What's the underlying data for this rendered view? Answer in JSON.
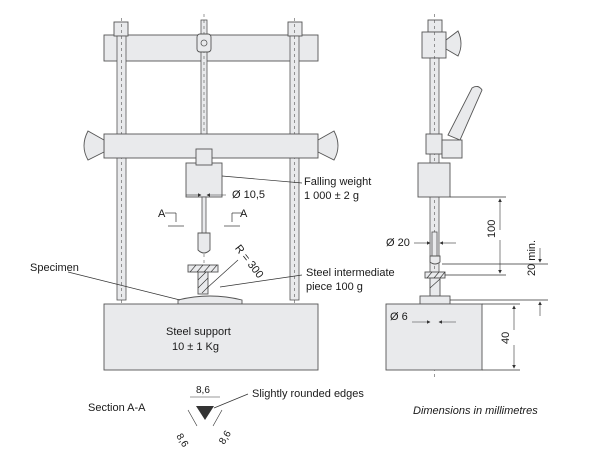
{
  "labels": {
    "falling_weight_line1": "Falling weight",
    "falling_weight_line2": "1 000 ± 2 g",
    "diameter_10_5": "Ø 10,5",
    "section_marker_a_left": "A",
    "section_marker_a_right": "A",
    "radius_300": "R = 300",
    "specimen": "Specimen",
    "intermediate_piece_line1": "Steel intermediate",
    "intermediate_piece_line2": "piece 100 g",
    "steel_support_line1": "Steel support",
    "steel_support_line2": "10 ± 1 Kg",
    "diameter_20": "Ø 20",
    "diameter_6": "Ø 6",
    "dim_100": "100",
    "dim_20_min": "20 min.",
    "dim_40": "40",
    "section_title": "Section A-A",
    "section_top": "8,6",
    "section_left": "8,6",
    "section_right": "8,6",
    "rounded_edges": "Slightly rounded edges",
    "units_note": "Dimensions in millimetres"
  },
  "colors": {
    "part_fill": "#e9eaec",
    "line": "#555555",
    "text": "#1a1a1a"
  }
}
